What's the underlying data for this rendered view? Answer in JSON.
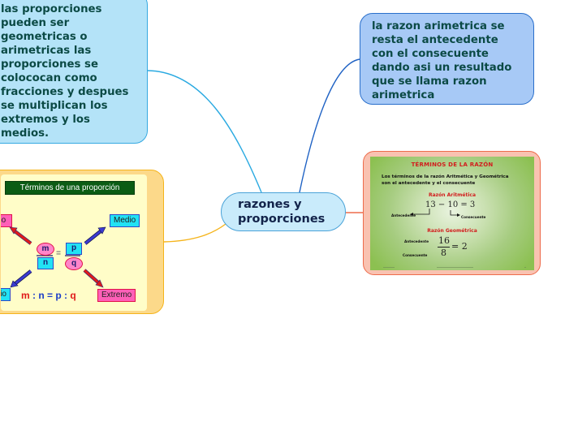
{
  "central_topic": {
    "label": "razones y\nproporciones"
  },
  "topics": {
    "left_top": {
      "text": "las proporciones\npueden ser\ngeometricas o\narimetricas las\nproporciones se\ncolococan como\nfracciones y despues\nse multiplican  los\nextremos y los\nmedios."
    },
    "right_top": {
      "text": "la razon arimetrica se\nresta el antecedente\ncon el consecuente\ndando asi un resultado\nque se llama razon\narimetrica"
    },
    "right_image": {
      "title": "TÉRMINOS DE LA RAZÓN",
      "intro": "Los términos de la razón Aritmética y Geométrica\nson el antecedente y el consecuente",
      "arith_heading": "Razón Aritmética",
      "arith_expr": "13 − 10 = 3",
      "arith_antecedent": "Antecedente",
      "arith_consequent": "Consecuente",
      "geom_heading": "Razón Geométrica",
      "geom_numerator": "16",
      "geom_denominator": "8",
      "geom_result": "= 2",
      "geom_antecedent": "Antecedente",
      "geom_consequent": "Consecuente"
    },
    "left_image": {
      "title": "Términos de una proporción",
      "labels": {
        "top_left": "Extremo",
        "top_right": "Medio",
        "bottom_left": "Medio",
        "bottom_right": "Extremo"
      },
      "fraction_left": {
        "numerator": "m",
        "denominator": "n"
      },
      "fraction_right": {
        "numerator": "p",
        "denominator": "q"
      },
      "equals": "=",
      "ratio_line": {
        "m": "m",
        "sep1": " : ",
        "n": "n",
        "eq": " = ",
        "p": "p",
        "sep2": " : ",
        "q": "q"
      }
    }
  },
  "colors": {
    "branch_left_top": "#29a9e1",
    "branch_right_top": "#1f62c4",
    "branch_right_image": "#ee6b4b",
    "branch_left_image": "#f5b41b"
  }
}
